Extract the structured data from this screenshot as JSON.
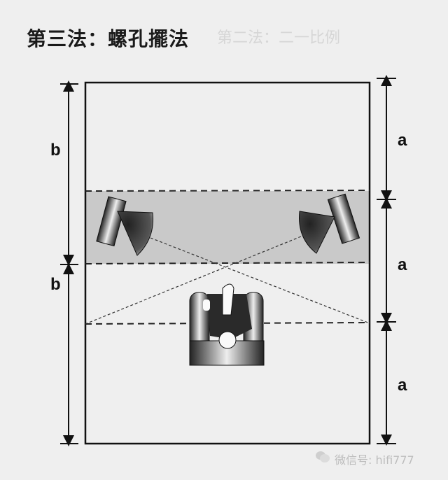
{
  "title": "第三法：螺孔擺法",
  "ghost_text": "第二法：二一比例",
  "dimensions": {
    "left_labels": [
      "b",
      "b"
    ],
    "right_labels": [
      "a",
      "a",
      "a"
    ]
  },
  "watermark": "微信号: hifi777",
  "colors": {
    "band": "#c9c9c9",
    "line": "#111111",
    "background": "#efefef"
  }
}
